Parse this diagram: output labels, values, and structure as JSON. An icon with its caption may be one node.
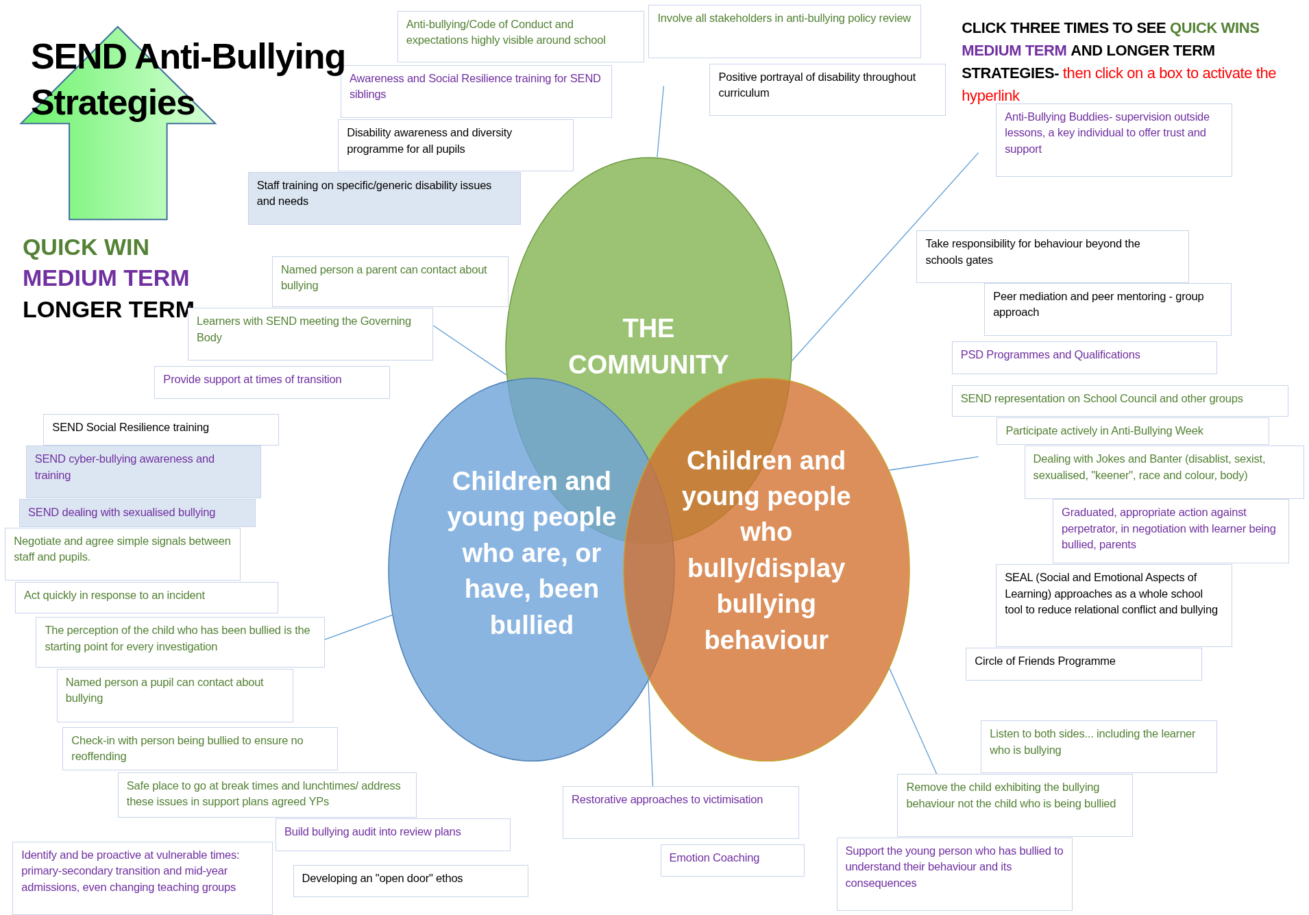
{
  "diagram": {
    "title": "SEND Anti-Bullying Strategies",
    "nodes": [
      {
        "text": [
          "THE COMMUNITY"
        ]
      },
      {
        "text": [
          "Children and young people who are, or have, been bullied"
        ]
      },
      {
        "text": [
          "Children and young people who bully/display bullying behaviour"
        ]
      },
      {
        "text": [
          "Anti-bullying/Code of Conduct and expectations highly visible around school"
        ]
      },
      {
        "text": [
          "Involve all stakeholders in anti-bullying policy review"
        ]
      },
      {
        "text": [
          "Awareness and Social Resilience training for SEND siblings"
        ]
      },
      {
        "text": [
          "Positive portrayal of disability throughout curriculum"
        ]
      },
      {
        "text": [
          "Disability awareness and diversity programme for all pupils"
        ]
      },
      {
        "text": [
          "Staff training on specific/generic disability issues and needs"
        ]
      },
      {
        "text": [
          "Anti-Bullying Buddies- supervision outside lessons, a key individual to offer trust and support"
        ]
      },
      {
        "text": [
          "Named person a parent can contact about bullying"
        ]
      },
      {
        "text": [
          "Learners with SEND meeting the Governing Body"
        ]
      },
      {
        "text": [
          "Take responsibility for behaviour beyond the schools gates"
        ]
      },
      {
        "text": [
          "Peer mediation and peer mentoring - group approach"
        ]
      },
      {
        "text": [
          "Provide support at times of transition"
        ]
      },
      {
        "text": [
          "PSD Programmes and Qualifications"
        ]
      },
      {
        "text": [
          "SEND representation on School Council and other groups"
        ]
      },
      {
        "text": [
          "SEND Social Resilience training"
        ]
      },
      {
        "text": [
          "Participate actively in Anti-Bullying Week"
        ]
      },
      {
        "text": [
          "SEND cyber-bullying awareness and training"
        ]
      },
      {
        "text": [
          "Dealing with Jokes and Banter (disablist, sexist, sexualised, \"keener\", race and colour, body)"
        ]
      },
      {
        "text": [
          "SEND dealing with sexualised bullying"
        ]
      },
      {
        "text": [
          "Graduated, appropriate action against perpetrator, in negotiation with learner being bullied, parents"
        ]
      },
      {
        "text": [
          "Negotiate and agree simple signals between staff and pupils."
        ]
      },
      {
        "text": [
          "SEAL (Social and Emotional Aspects of Learning) approaches as a whole school tool to reduce relational conflict and bullying"
        ]
      },
      {
        "text": [
          "Act quickly in response to an incident"
        ]
      },
      {
        "text": [
          "The perception of the child who has been bullied is the starting point for every investigation"
        ]
      },
      {
        "text": [
          "Circle of Friends Programme"
        ]
      },
      {
        "text": [
          "Named person a pupil can contact about bullying"
        ]
      },
      {
        "text": [
          "Check-in with person being bullied to ensure no reoffending"
        ]
      },
      {
        "text": [
          "Listen to both sides... including the learner who is bullying"
        ]
      },
      {
        "text": [
          "Safe place to go at break times and lunchtimes/ address these issues in support plans agreed YPs"
        ]
      },
      {
        "text": [
          "Remove the child exhibiting the bullying behaviour not the child who is being bullied"
        ]
      },
      {
        "text": [
          "Restorative approaches to victimisation"
        ]
      },
      {
        "text": [
          "Build bullying audit into review plans"
        ]
      },
      {
        "text": [
          "Support the young person who has bullied to understand their behaviour and its consequences"
        ]
      },
      {
        "text": [
          "Identify and be proactive at vulnerable times: primary-secondary transition and mid-year admissions, even changing teaching groups"
        ]
      },
      {
        "text": [
          "Emotion Coaching"
        ]
      },
      {
        "text": [
          "Developing an \"open door\" ethos"
        ]
      }
    ],
    "edges": [
      {
        "from": 11,
        "to": 0,
        "arrow": "none"
      },
      {
        "from": 26,
        "to": 1,
        "arrow": "none"
      },
      {
        "from": null,
        "to": 0,
        "arrow": "none"
      },
      {
        "from": null,
        "to": 0,
        "arrow": "none"
      },
      {
        "from": null,
        "to": 2,
        "arrow": "none"
      },
      {
        "from": 2,
        "to": 33,
        "arrow": "none"
      },
      {
        "from": 2,
        "to": 32,
        "arrow": "none"
      }
    ],
    "labels": [
      "CLICK THREE TIMES TO SEE",
      "QUICK WINS",
      "MEDIUM TERM",
      "AND LONGER TERM STRATEGIES-",
      "then click on a box to activate the hyperlink"
    ],
    "legend": [
      {
        "text": "QUICK WIN",
        "color": "#548235"
      },
      {
        "text": "MEDIUM TERM",
        "color": "#7030a0"
      },
      {
        "text": "LONGER TERM",
        "color": "#000000"
      }
    ]
  }
}
